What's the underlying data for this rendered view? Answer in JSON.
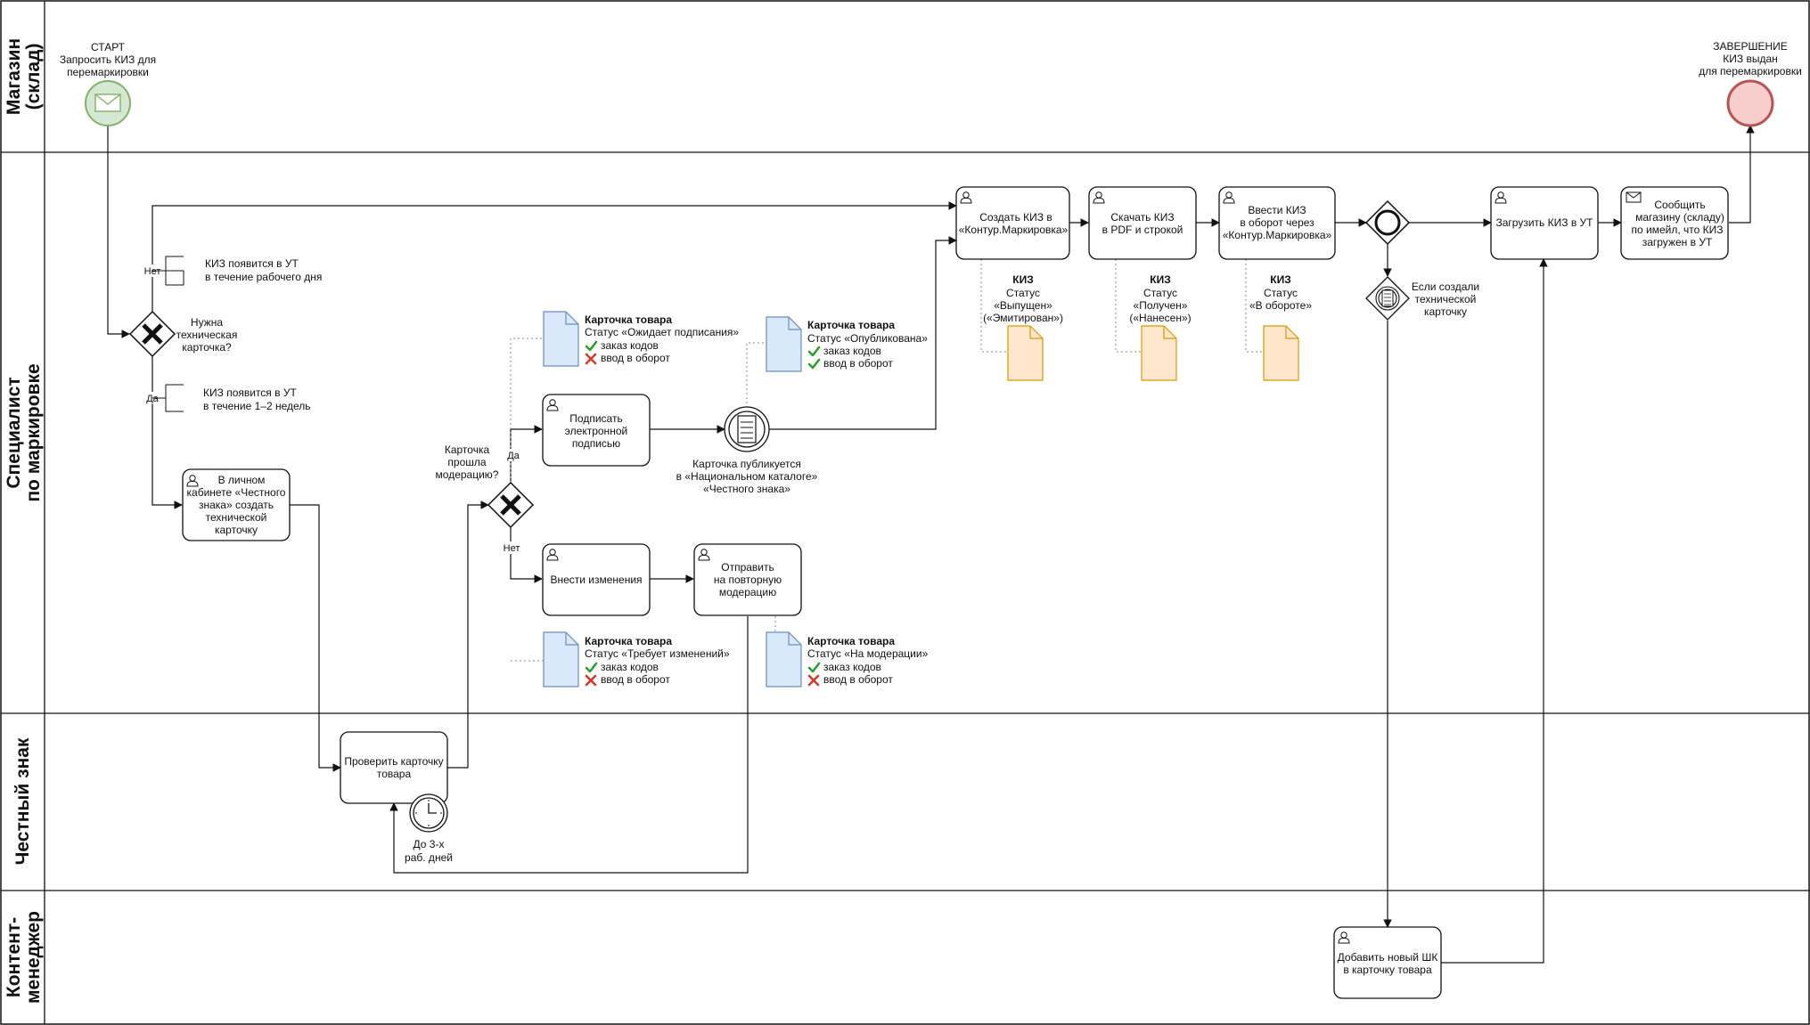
{
  "lanes": [
    {
      "title_1": "Магазин",
      "title_2": "(склад)"
    },
    {
      "title_1": "Специалист",
      "title_2": "по маркировке"
    },
    {
      "title_1": "Честный знак"
    },
    {
      "title_1": "Контент-",
      "title_2": "менеджер"
    }
  ],
  "events": {
    "start": [
      "СТАРТ",
      "Запросить КИЗ для",
      "перемаркировки"
    ],
    "end": [
      "ЗАВЕРШЕНИЕ",
      "КИЗ выдан",
      "для перемаркировки"
    ],
    "publish": [
      "Карточка публикуется",
      "в «Национальном каталоге»",
      "«Честного знака»"
    ],
    "timer": [
      "До 3-х",
      "раб. дней"
    ],
    "conditional": [
      "Если создали",
      "технической",
      "карточку"
    ]
  },
  "gateways": {
    "tech_card": {
      "question": [
        "Нужна",
        "техническая",
        "карточка?"
      ],
      "no": "Нет",
      "yes": "Да"
    },
    "moderation": {
      "question": [
        "Карточка",
        "прошла",
        "модерацию?"
      ],
      "yes": "Да",
      "no": "Нет"
    }
  },
  "notes": {
    "kiz_day": [
      "КИЗ появится в УТ",
      "в течение рабочего дня"
    ],
    "kiz_weeks": [
      "КИЗ появится в УТ",
      "в течение 1–2 недель"
    ]
  },
  "tasks": {
    "create_tech_card": [
      "В личном",
      "кабинете «Честного",
      "знака» создать",
      "технической",
      "карточку"
    ],
    "check_card": [
      "Проверить карточку",
      "товара"
    ],
    "sign": [
      "Подписать",
      "электронной",
      "подписью"
    ],
    "edit": [
      "Внести изменения"
    ],
    "resend": [
      "Отправить",
      "на повторную",
      "модерацию"
    ],
    "create_kiz": [
      "Создать КИЗ в",
      "«Контур.Маркировка»"
    ],
    "download_kiz": [
      "Скачать КИЗ",
      "в PDF и строкой"
    ],
    "introduce_kiz": [
      "Ввести КИЗ",
      "в оборот через",
      "«Контур.Маркировка»"
    ],
    "upload_kiz": [
      "Загрузить КИЗ в УТ"
    ],
    "notify_store": [
      "Сообщить",
      "магазину (складу)",
      "по имейл, что КИЗ",
      "загружен в УТ"
    ],
    "add_barcode": [
      "Добавить новый ШК",
      "в карточку товара"
    ]
  },
  "card_docs": {
    "awaiting": {
      "title": "Карточка товара",
      "status": "Статус «Ожидает подписания»",
      "items": [
        {
          "label": "заказ кодов",
          "ok": true
        },
        {
          "label": "ввод в оборот",
          "ok": false
        }
      ]
    },
    "published": {
      "title": "Карточка товара",
      "status": "Статус «Опубликована»",
      "items": [
        {
          "label": "заказ кодов",
          "ok": true
        },
        {
          "label": "ввод в оборот",
          "ok": true
        }
      ]
    },
    "needs_changes": {
      "title": "Карточка товара",
      "status": "Статус «Требует изменений»",
      "items": [
        {
          "label": "заказ кодов",
          "ok": true
        },
        {
          "label": "ввод в оборот",
          "ok": false
        }
      ]
    },
    "on_moderation": {
      "title": "Карточка товара",
      "status": "Статус «На модерации»",
      "items": [
        {
          "label": "заказ кодов",
          "ok": true
        },
        {
          "label": "ввод в оборот",
          "ok": false
        }
      ]
    }
  },
  "kiz_docs": {
    "issued": {
      "title": "КИЗ",
      "lines": [
        "Статус",
        "«Выпущен»",
        "(«Эмитирован»)"
      ]
    },
    "received": {
      "title": "КИЗ",
      "lines": [
        "Статус",
        "«Получен»",
        "(«Нанесен»)"
      ]
    },
    "circulation": {
      "title": "КИЗ",
      "lines": [
        "Статус",
        "«В обороте»"
      ]
    }
  },
  "colors": {
    "start_fill": "#d5e8d4",
    "start_stroke": "#82b366",
    "end_fill": "#f8cecc",
    "end_stroke": "#b85450",
    "blue_doc_fill": "#dae8fc",
    "blue_doc_stroke": "#6c8ebf",
    "orange_doc_fill": "#ffe6cc",
    "orange_doc_stroke": "#d79b00",
    "ok": "#2e9e2e",
    "bad": "#d23a2a"
  }
}
